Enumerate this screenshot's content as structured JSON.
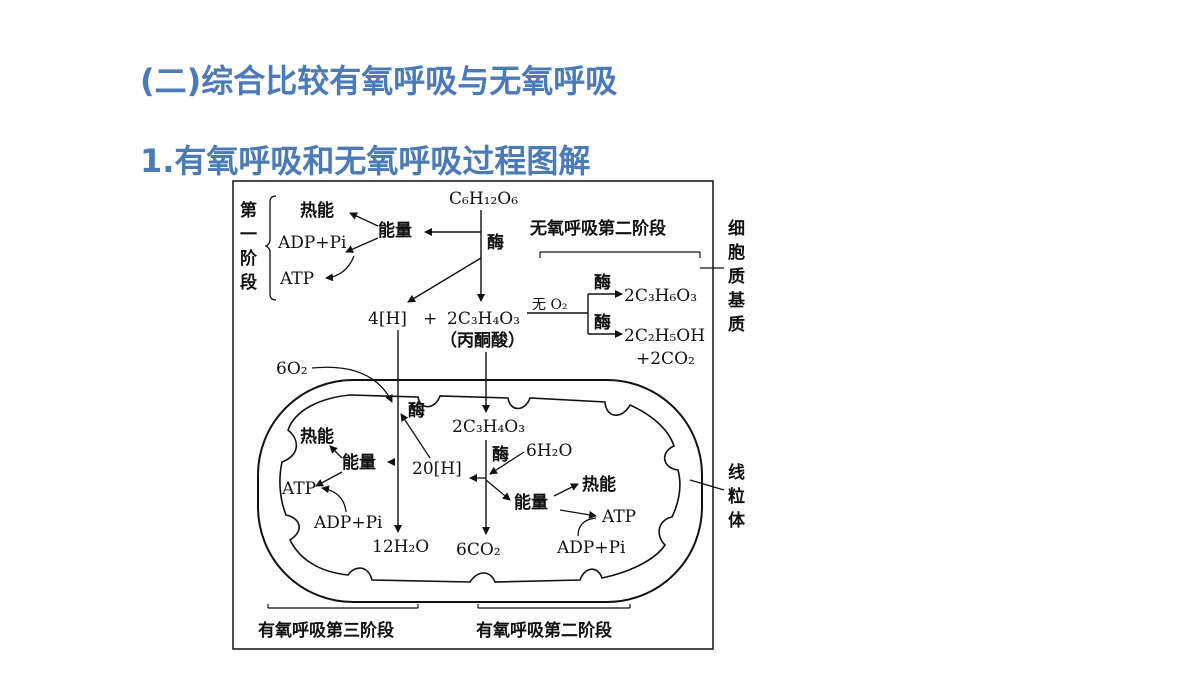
{
  "headings": {
    "section": "(二)综合比较有氧呼吸与无氧呼吸",
    "subsection": "1.有氧呼吸和无氧呼吸过程图解"
  },
  "diagram": {
    "glucose": "C₆H₁₂O₆",
    "stage1": [
      "第",
      "一",
      "阶",
      "段"
    ],
    "heat": "热能",
    "energy": "能量",
    "adp_pi": "ADP+Pi",
    "atp": "ATP",
    "enzyme": "酶",
    "h4": "4[H]",
    "plus": "+",
    "pyruvate": "2C₃H₄O₃",
    "pyruvate_name": "（丙酮酸）",
    "anaerobic_stage2": "无氧呼吸第二阶段",
    "no_o2": "无 O₂",
    "lactic": "2C₃H₆O₃",
    "ethanol": "2C₂H₅OH",
    "co2_2": "+2CO₂",
    "cytoplasm": [
      "细",
      "胞",
      "质",
      "基",
      "质"
    ],
    "o2": "6O₂",
    "pyruvate_mito": "2C₃H₄O₃",
    "water6": "6H₂O",
    "h20": "20[H]",
    "water12": "12H₂O",
    "co2_6": "6CO₂",
    "mito": [
      "线",
      "粒",
      "体"
    ],
    "aerobic_stage3": "有氧呼吸第三阶段",
    "aerobic_stage2": "有氧呼吸第二阶段"
  }
}
